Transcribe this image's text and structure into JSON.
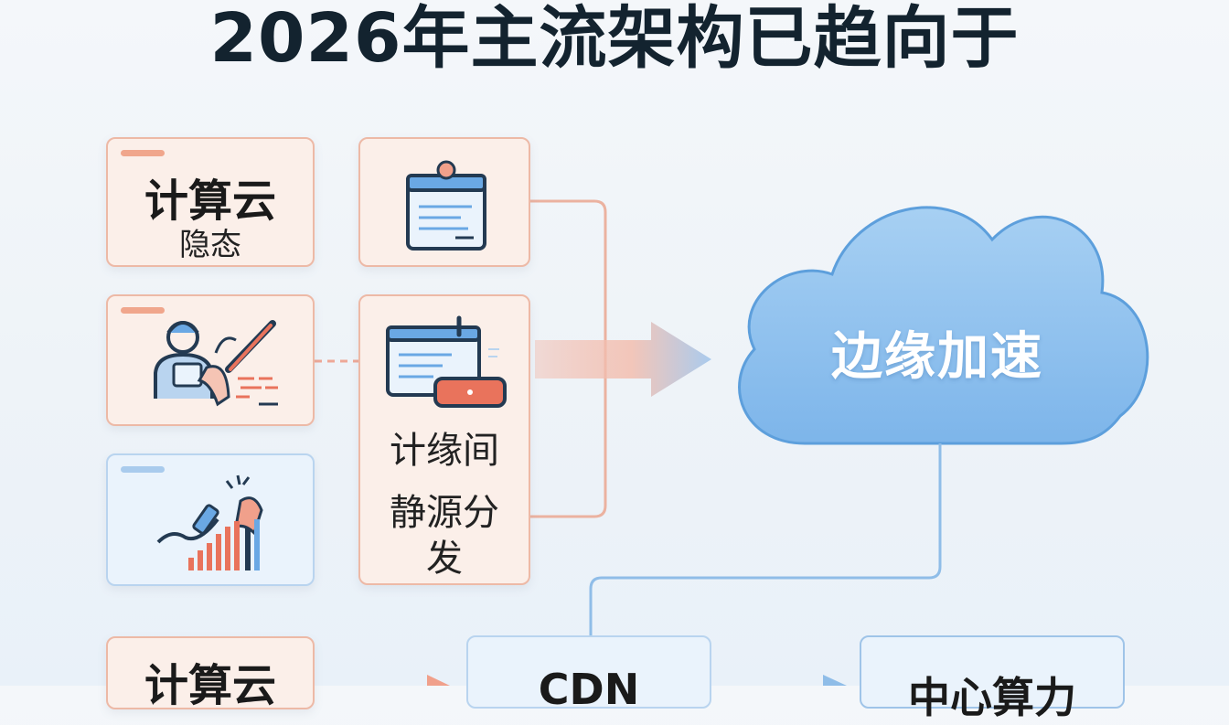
{
  "title": "2026年主流架构已趋向于",
  "cards": {
    "compute_cloud": {
      "title": "计算云",
      "subtitle": "隐态"
    },
    "middle": {
      "line1": "计缘间",
      "line2": "静源分",
      "line3": "发"
    },
    "bottom_left": {
      "title": "计算云"
    },
    "bottom_mid": {
      "title": "CDN"
    },
    "bottom_right": {
      "title": "中心算力"
    }
  },
  "cloud": {
    "label": "边缘加速"
  },
  "colors": {
    "accent_red": "#e9735c",
    "accent_blue": "#6aa8e4",
    "cloud": "#8ec1ee"
  },
  "icons": [
    "clipboard-icon",
    "worker-icon",
    "growth-chart-icon",
    "calendar-document-icon",
    "cloud-icon",
    "arrow-right-icon"
  ]
}
